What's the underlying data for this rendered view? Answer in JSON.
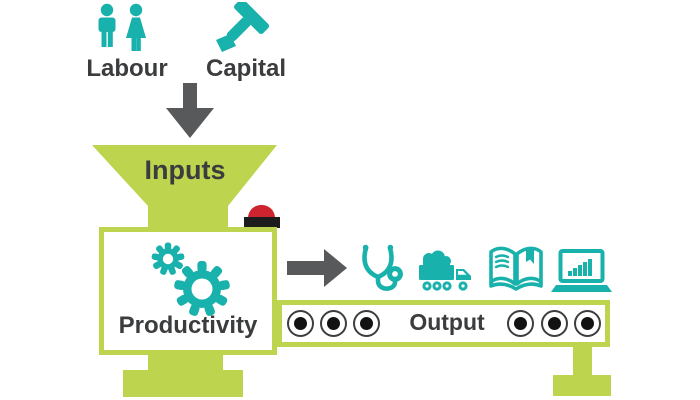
{
  "diagram": {
    "labour_label": "Labour",
    "capital_label": "Capital",
    "inputs_label": "Inputs",
    "productivity_label": "Productivity",
    "output_label": "Output"
  },
  "colors": {
    "teal": "#19b1ac",
    "green": "#bdd44f",
    "arrow_gray": "#58595b",
    "text_dark": "#3b3c3e",
    "button_red": "#ce2430",
    "button_black": "#1c1c1c"
  },
  "icons": [
    "labour-people-icon",
    "capital-hammer-icon",
    "arrow-down-icon",
    "inputs-funnel-shape",
    "machine-start-button",
    "gears-icon",
    "arrow-right-icon",
    "stethoscope-icon",
    "dump-truck-icon",
    "open-book-icon",
    "laptop-chart-icon",
    "conveyor-roller-icon"
  ]
}
